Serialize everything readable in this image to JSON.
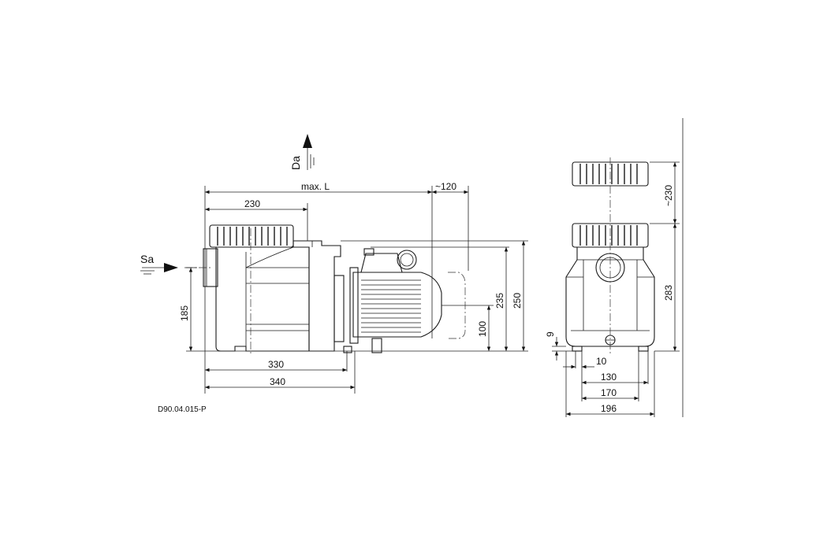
{
  "drawing": {
    "code": "D90.04.015-P",
    "ports": {
      "suction": "Sa",
      "discharge": "Da"
    },
    "side_view": {
      "max_length": "max. L",
      "motor_clearance": "~120",
      "prefilter_length": "230",
      "foot_span": "330",
      "base_length": "340",
      "suction_height": "185",
      "motor_axis_height": "100",
      "motor_height": "235",
      "overall_height": "250"
    },
    "end_view": {
      "lid_removal": "~230",
      "overall_height": "283",
      "foot_height": "9",
      "foot_width": "10",
      "hole_spacing": "130",
      "foot_span": "170",
      "overall_width": "196"
    }
  }
}
